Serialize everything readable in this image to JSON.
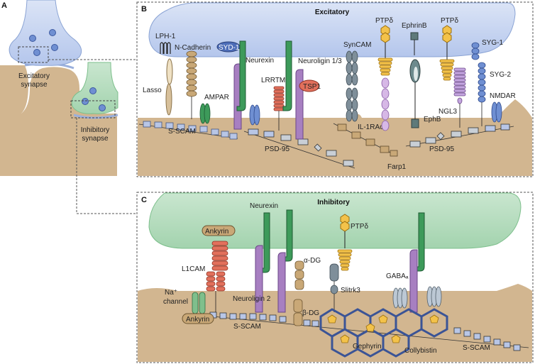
{
  "panel_a": {
    "letter": "A",
    "excitatory_label": [
      "Excitatory",
      "synapse"
    ],
    "inhibitory_label": [
      "Inhibitory",
      "synapse"
    ]
  },
  "panel_b": {
    "letter": "B",
    "title": "Excitatory",
    "labels": {
      "lph1": "LPH-1",
      "ncadherin": "N-Cadherin",
      "syd1": "SYD-1",
      "neurexin": "Neurexin",
      "neuroligin13": "Neuroligin 1/3",
      "tsp1": "TSP1",
      "lrrtm": "LRRTM",
      "ampar": "AMPAR",
      "lasso": "Lasso",
      "sscam": "S-SCAM",
      "psd95_1": "PSD-95",
      "syncam": "SynCAM",
      "ptpd_1": "PTPδ",
      "ephrinb": "EphrinB",
      "ptpd_2": "PTPδ",
      "syg1": "SYG-1",
      "syg2": "SYG-2",
      "ngl3": "NGL3",
      "ephb": "EphB",
      "nmdar": "NMDAR",
      "il1racp": "IL-1RAcp",
      "psd95_2": "PSD-95",
      "farp1": "Farp1"
    }
  },
  "panel_c": {
    "letter": "C",
    "title": "Inhibitory",
    "labels": {
      "neurexin": "Neurexin",
      "ptpd": "PTPδ",
      "ankyrin_top": "Ankyrin",
      "l1cam": "L1CAM",
      "adg": "α-DG",
      "na_channel_1": "Na⁺",
      "na_channel_2": "channel",
      "neuroligin2": "Neuroligin 2",
      "slitrk3": "Slitrk3",
      "gabaar": "GABAₐ R",
      "bdg": "β-DG",
      "ankyrin_bottom": "Ankyrin",
      "sscam_1": "S-SCAM",
      "gephyrin": "Gephyrin",
      "collybistin": "Collybistin",
      "sscam_2": "S-SCAM"
    }
  },
  "colors": {
    "tan": "#d2b690",
    "presyn_blue": "#c5d3ef",
    "presyn_green": "#b7dcbf",
    "neurexin_green": "#3d9a5a",
    "neuroligin_purple": "#a77fc1",
    "red": "#e2705c",
    "yellow": "#f3c24a"
  }
}
